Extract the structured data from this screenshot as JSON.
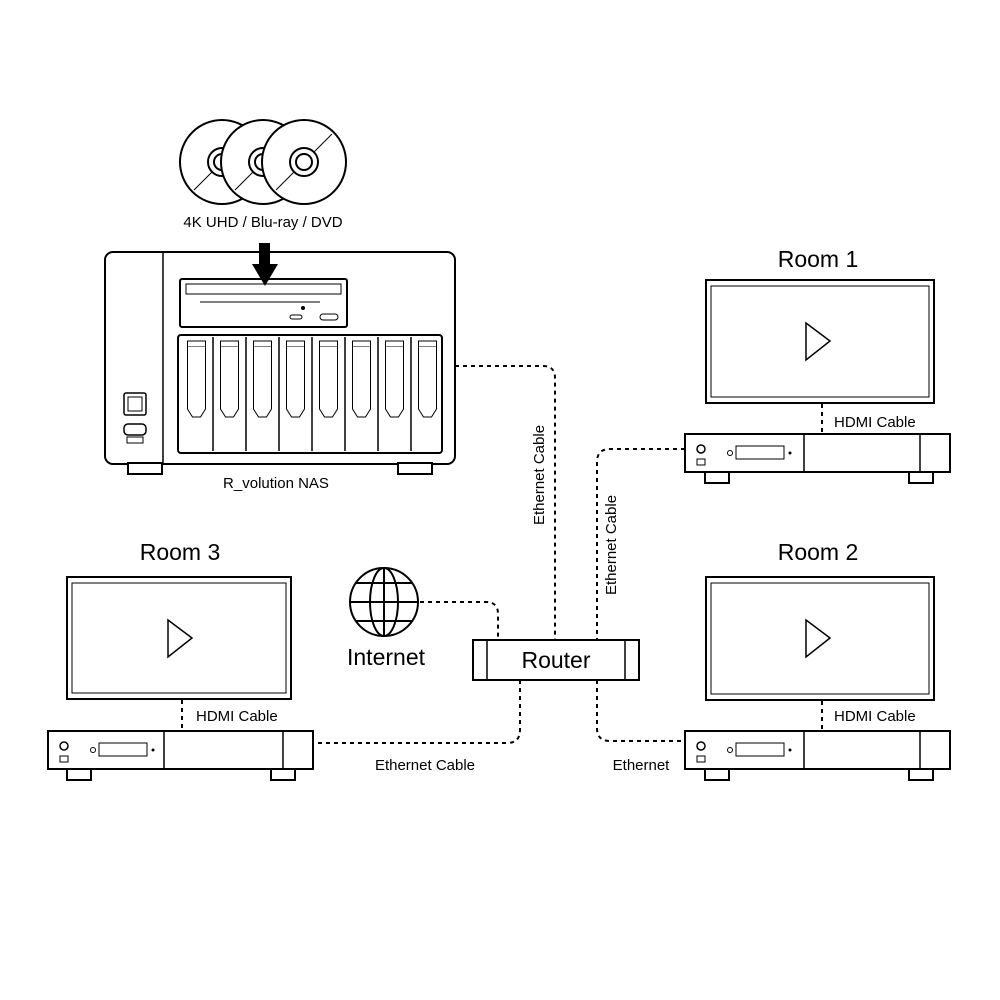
{
  "media": {
    "caption": "4K UHD / Blu-ray / DVD"
  },
  "nas": {
    "caption": "R_volution NAS"
  },
  "internet": {
    "label": "Internet"
  },
  "router": {
    "label": "Router"
  },
  "rooms": [
    {
      "title": "Room 1",
      "cable_label": "HDMI Cable"
    },
    {
      "title": "Room 2",
      "cable_label": "HDMI Cable"
    },
    {
      "title": "Room 3",
      "cable_label": "HDMI Cable"
    }
  ],
  "links": {
    "nas_router": "Ethernet Cable",
    "room1_router": "Ethernet Cable",
    "room2_router": "Ethernet",
    "room3_router": "Ethernet Cable"
  },
  "colors": {
    "line": "#000000",
    "background": "#ffffff"
  }
}
